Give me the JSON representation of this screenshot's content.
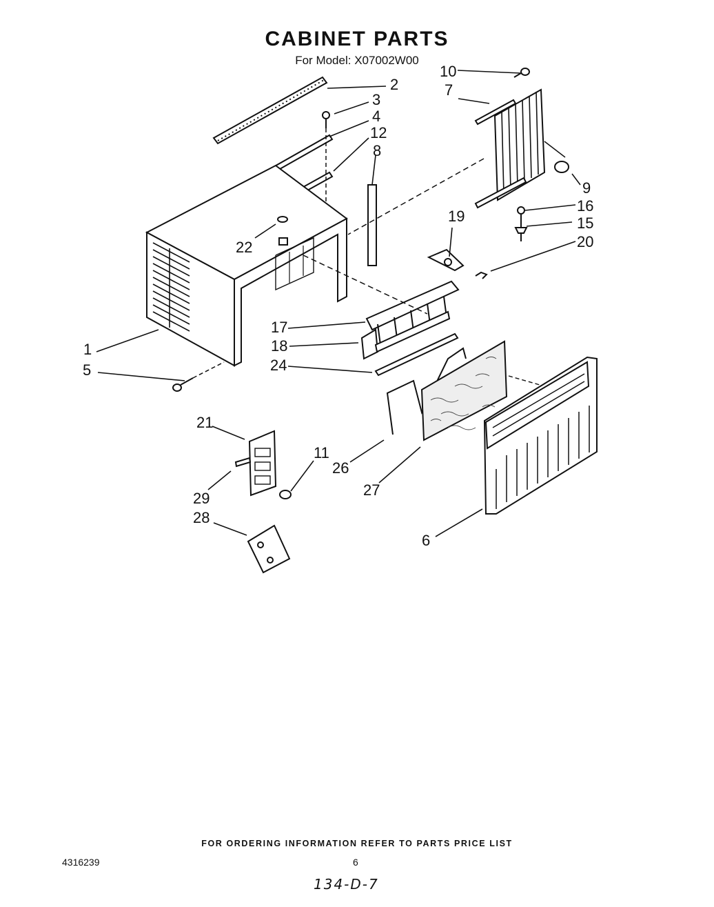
{
  "header": {
    "title": "CABINET PARTS",
    "subtitle": "For Model: X07002W00"
  },
  "callouts": [
    "1",
    "2",
    "3",
    "4",
    "5",
    "6",
    "7",
    "8",
    "9",
    "10",
    "11",
    "12",
    "15",
    "16",
    "17",
    "18",
    "19",
    "20",
    "21",
    "22",
    "24",
    "26",
    "27",
    "28",
    "29"
  ],
  "footer": {
    "order_note": "FOR ORDERING INFORMATION REFER TO PARTS PRICE LIST",
    "doc_number": "4316239",
    "page_number": "6",
    "handwritten": "134-D-7"
  }
}
